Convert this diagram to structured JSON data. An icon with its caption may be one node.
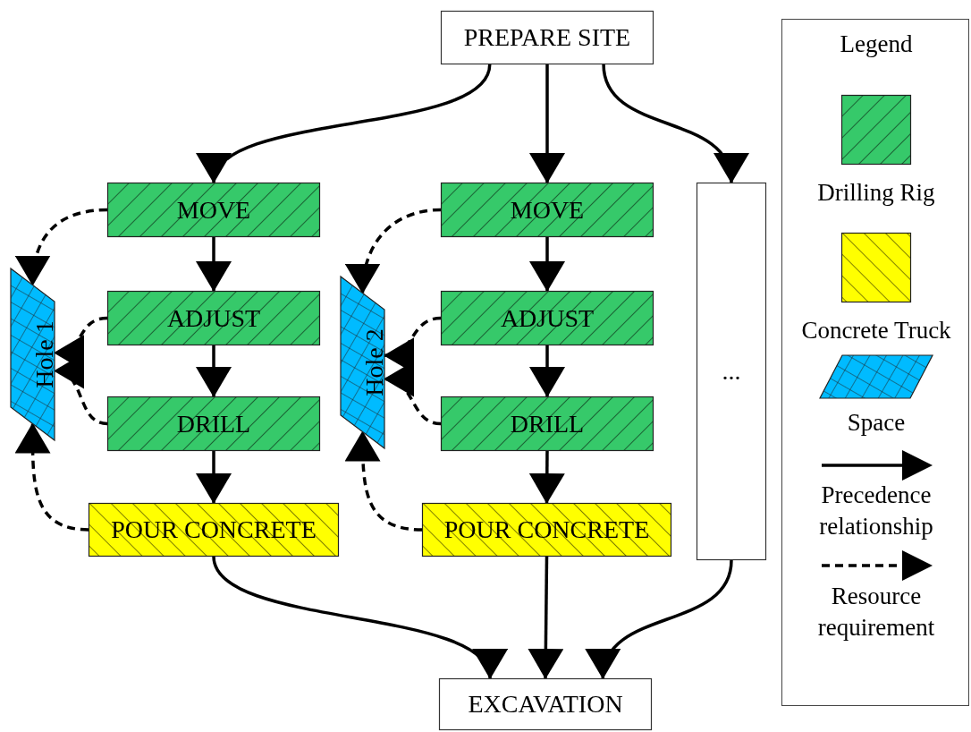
{
  "diagram": {
    "nodes": [
      {
        "text": [
          "PREPARE SITE"
        ]
      },
      {
        "text": [
          "MOVE"
        ]
      },
      {
        "text": [
          "ADJUST"
        ]
      },
      {
        "text": [
          "DRILL"
        ]
      },
      {
        "text": [
          "POUR CONCRETE"
        ]
      },
      {
        "text": [
          "Hole 1"
        ]
      },
      {
        "text": [
          "MOVE"
        ]
      },
      {
        "text": [
          "ADJUST"
        ]
      },
      {
        "text": [
          "DRILL"
        ]
      },
      {
        "text": [
          "POUR CONCRETE"
        ]
      },
      {
        "text": [
          "Hole 2"
        ]
      },
      {
        "text": [
          "..."
        ]
      },
      {
        "text": [
          "EXCAVATION"
        ]
      }
    ],
    "edges": [
      {
        "from": 0,
        "to": 1,
        "arrow": "to"
      },
      {
        "from": 0,
        "to": 6,
        "arrow": "to"
      },
      {
        "from": 0,
        "to": 11,
        "arrow": "to"
      },
      {
        "from": 1,
        "to": 2,
        "arrow": "to"
      },
      {
        "from": 2,
        "to": 3,
        "arrow": "to"
      },
      {
        "from": 3,
        "to": 4,
        "arrow": "to"
      },
      {
        "from": 6,
        "to": 7,
        "arrow": "to"
      },
      {
        "from": 7,
        "to": 8,
        "arrow": "to"
      },
      {
        "from": 8,
        "to": 9,
        "arrow": "to"
      },
      {
        "from": 4,
        "to": 12,
        "arrow": "to"
      },
      {
        "from": 9,
        "to": 12,
        "arrow": "to"
      },
      {
        "from": 11,
        "to": 12,
        "arrow": "to"
      },
      {
        "from": 1,
        "to": 5,
        "arrow": "to",
        "style": "dashed"
      },
      {
        "from": 2,
        "to": 5,
        "arrow": "to",
        "style": "dashed"
      },
      {
        "from": 3,
        "to": 5,
        "arrow": "to",
        "style": "dashed"
      },
      {
        "from": 4,
        "to": 5,
        "arrow": "to",
        "style": "dashed"
      },
      {
        "from": 6,
        "to": 10,
        "arrow": "to",
        "style": "dashed"
      },
      {
        "from": 7,
        "to": 10,
        "arrow": "to",
        "style": "dashed"
      },
      {
        "from": 8,
        "to": 10,
        "arrow": "to",
        "style": "dashed"
      },
      {
        "from": 9,
        "to": 10,
        "arrow": "to",
        "style": "dashed"
      }
    ],
    "labels": [
      "Legend"
    ],
    "legend": [
      {
        "text": "Drilling Rig",
        "color": "#36c96a"
      },
      {
        "text": "Concrete Truck",
        "color": "#ffff00"
      },
      {
        "text": "Space",
        "color": "#00bbff"
      },
      {
        "text": "Precedence relationship"
      },
      {
        "text": "Resource requirement"
      }
    ]
  }
}
